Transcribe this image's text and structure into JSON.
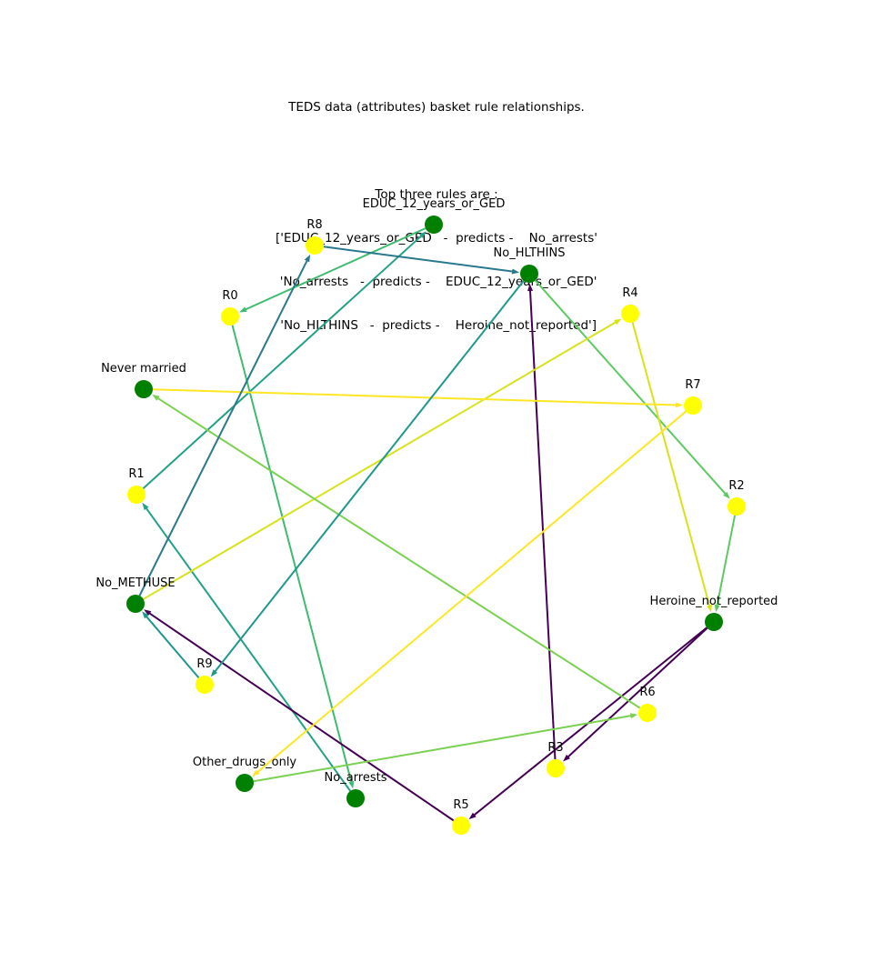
{
  "title_lines": [
    "TEDS data (attributes) basket rule relationships.",
    "",
    "Top three rules are :",
    "['EDUC_12_years_or_GED   -  predicts -    No_arrests'",
    " 'No_arrests   -  predicts -    EDUC_12_years_or_GED'",
    " 'No_HLTHINS   -  predicts -    Heroine_not_reported']"
  ],
  "colors": {
    "item_node": "#008000",
    "rule_node": "#ffff00"
  },
  "nodes": [
    {
      "id": "EDUC_12_years_or_GED",
      "label": "EDUC_12_years_or_GED",
      "kind": "item"
    },
    {
      "id": "R8",
      "label": "R8",
      "kind": "rule"
    },
    {
      "id": "No_HLTHINS",
      "label": "No_HLTHINS",
      "kind": "item"
    },
    {
      "id": "R0",
      "label": "R0",
      "kind": "rule"
    },
    {
      "id": "R4",
      "label": "R4",
      "kind": "rule"
    },
    {
      "id": "Never married",
      "label": "Never married",
      "kind": "item"
    },
    {
      "id": "R7",
      "label": "R7",
      "kind": "rule"
    },
    {
      "id": "R1",
      "label": "R1",
      "kind": "rule"
    },
    {
      "id": "R2",
      "label": "R2",
      "kind": "rule"
    },
    {
      "id": "No_METHUSE",
      "label": "No_METHUSE",
      "kind": "item"
    },
    {
      "id": "Heroine_not_reported",
      "label": "Heroine_not_reported",
      "kind": "item"
    },
    {
      "id": "R9",
      "label": "R9",
      "kind": "rule"
    },
    {
      "id": "R6",
      "label": "R6",
      "kind": "rule"
    },
    {
      "id": "R3",
      "label": "R3",
      "kind": "rule"
    },
    {
      "id": "Other_drugs_only",
      "label": "Other_drugs_only",
      "kind": "item"
    },
    {
      "id": "No_arrests",
      "label": "No_arrests",
      "kind": "item"
    },
    {
      "id": "R5",
      "label": "R5",
      "kind": "rule"
    }
  ],
  "edges": [
    {
      "from": "EDUC_12_years_or_GED",
      "to": "R0",
      "color": "#3dbb6e"
    },
    {
      "from": "R0",
      "to": "No_arrests",
      "color": "#3dbb6e"
    },
    {
      "from": "No_arrests",
      "to": "R1",
      "color": "#22a187"
    },
    {
      "from": "R1",
      "to": "EDUC_12_years_or_GED",
      "color": "#22a187"
    },
    {
      "from": "No_HLTHINS",
      "to": "R2",
      "color": "#5ec962"
    },
    {
      "from": "R2",
      "to": "Heroine_not_reported",
      "color": "#5ec962"
    },
    {
      "from": "Heroine_not_reported",
      "to": "R3",
      "color": "#440154"
    },
    {
      "from": "R3",
      "to": "No_HLTHINS",
      "color": "#440154"
    },
    {
      "from": "No_METHUSE",
      "to": "R4",
      "color": "#d8e219"
    },
    {
      "from": "R4",
      "to": "Heroine_not_reported",
      "color": "#d8e219"
    },
    {
      "from": "Heroine_not_reported",
      "to": "R5",
      "color": "#440154"
    },
    {
      "from": "R5",
      "to": "No_METHUSE",
      "color": "#440154"
    },
    {
      "from": "Other_drugs_only",
      "to": "R6",
      "color": "#7ad151"
    },
    {
      "from": "R6",
      "to": "Never married",
      "color": "#7ad151"
    },
    {
      "from": "Never married",
      "to": "R7",
      "color": "#fde725"
    },
    {
      "from": "R7",
      "to": "Other_drugs_only",
      "color": "#fde725"
    },
    {
      "from": "No_METHUSE",
      "to": "R8",
      "color": "#2a788e"
    },
    {
      "from": "R8",
      "to": "No_HLTHINS",
      "color": "#2a788e"
    },
    {
      "from": "No_HLTHINS",
      "to": "R9",
      "color": "#1f988b"
    },
    {
      "from": "R9",
      "to": "No_METHUSE",
      "color": "#1f988b"
    }
  ]
}
